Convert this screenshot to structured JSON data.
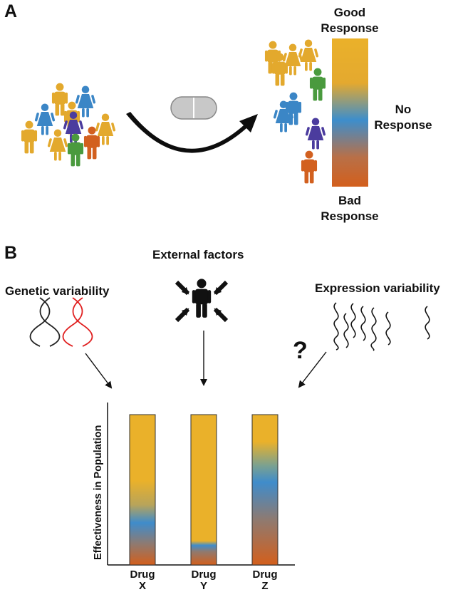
{
  "panel_a": {
    "label": "A",
    "scale": {
      "top_label": "Good Response",
      "middle_label": "No Response",
      "bottom_label": "Bad Response",
      "gradient_colors": [
        "#eab12a",
        "#e4a92f",
        "#3d8ecc",
        "#c56a3b",
        "#d35f1c"
      ]
    },
    "colors": {
      "yellow": "#e3a92d",
      "blue": "#3b86c6",
      "purple": "#4b3c9e",
      "green": "#4a9a3e",
      "orange": "#d2601f"
    }
  },
  "panel_b": {
    "label": "B",
    "genetic_label": "Genetic variability",
    "external_label": "External factors",
    "expression_label": "Expression variability",
    "question_mark": "?",
    "yaxis_label": "Effectiveness in Population",
    "drugs": [
      {
        "name_line1": "Drug",
        "name_line2": "X"
      },
      {
        "name_line1": "Drug",
        "name_line2": "Y"
      },
      {
        "name_line1": "Drug",
        "name_line2": "Z"
      }
    ]
  }
}
